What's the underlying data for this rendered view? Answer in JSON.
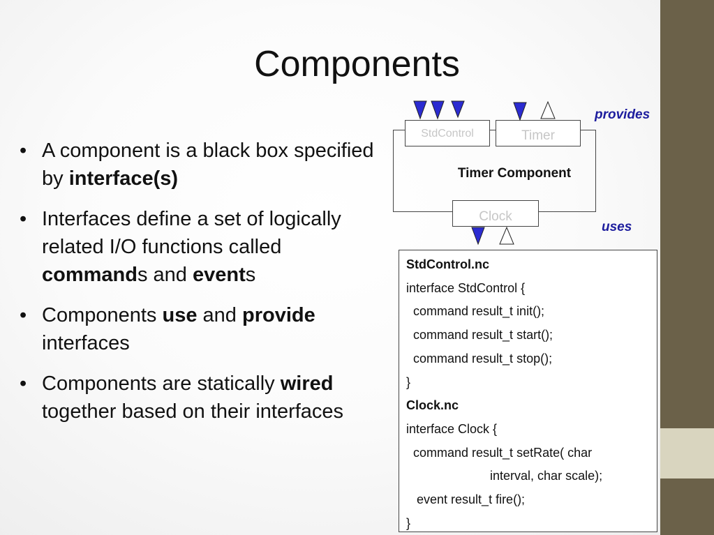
{
  "slide": {
    "title": "Components"
  },
  "bullets": [
    {
      "runs": [
        {
          "text": "A component is a black box specified by ",
          "bold": false
        },
        {
          "text": "interface(s)",
          "bold": true
        }
      ]
    },
    {
      "runs": [
        {
          "text": "Interfaces define a set of logically related I/O functions called ",
          "bold": false
        },
        {
          "text": "command",
          "bold": true
        },
        {
          "text": "s and ",
          "bold": false
        },
        {
          "text": "event",
          "bold": true
        },
        {
          "text": "s",
          "bold": false
        }
      ]
    },
    {
      "runs": [
        {
          "text": "Components ",
          "bold": false
        },
        {
          "text": "use",
          "bold": true
        },
        {
          "text": " and ",
          "bold": false
        },
        {
          "text": "provide",
          "bold": true
        },
        {
          "text": " interfaces",
          "bold": false
        }
      ]
    },
    {
      "runs": [
        {
          "text": "Components are statically ",
          "bold": false
        },
        {
          "text": "wired",
          "bold": true
        },
        {
          "text": " together based on their interfaces",
          "bold": false
        }
      ]
    }
  ],
  "bullet_symbol": "•",
  "diagram": {
    "stdcontrol_label": "StdControl",
    "timer_label": "Timer",
    "clock_label": "Clock",
    "component_label": "Timer Component",
    "provides_label": "provides",
    "uses_label": "uses",
    "command_arrow_color": "#2b2bd1",
    "event_arrow_color": "#ffffff"
  },
  "code": {
    "lines": [
      {
        "text": "StdControl.nc",
        "bold": true
      },
      {
        "text": "interface StdControl {",
        "bold": false
      },
      {
        "text": "  command result_t init();",
        "bold": false
      },
      {
        "text": "  command result_t start();",
        "bold": false
      },
      {
        "text": "  command result_t stop();",
        "bold": false
      },
      {
        "text": "}",
        "bold": false
      },
      {
        "text": "Clock.nc",
        "bold": true
      },
      {
        "text": "interface Clock {",
        "bold": false
      },
      {
        "text": "  command result_t setRate( char",
        "bold": false
      },
      {
        "text": "                        interval, char scale);",
        "bold": false
      },
      {
        "text": "   event result_t fire();",
        "bold": false
      },
      {
        "text": "}",
        "bold": false
      }
    ]
  },
  "theme": {
    "sidebar_color": "#6b6149",
    "sidebar_accent_color": "#d9d5bf"
  }
}
